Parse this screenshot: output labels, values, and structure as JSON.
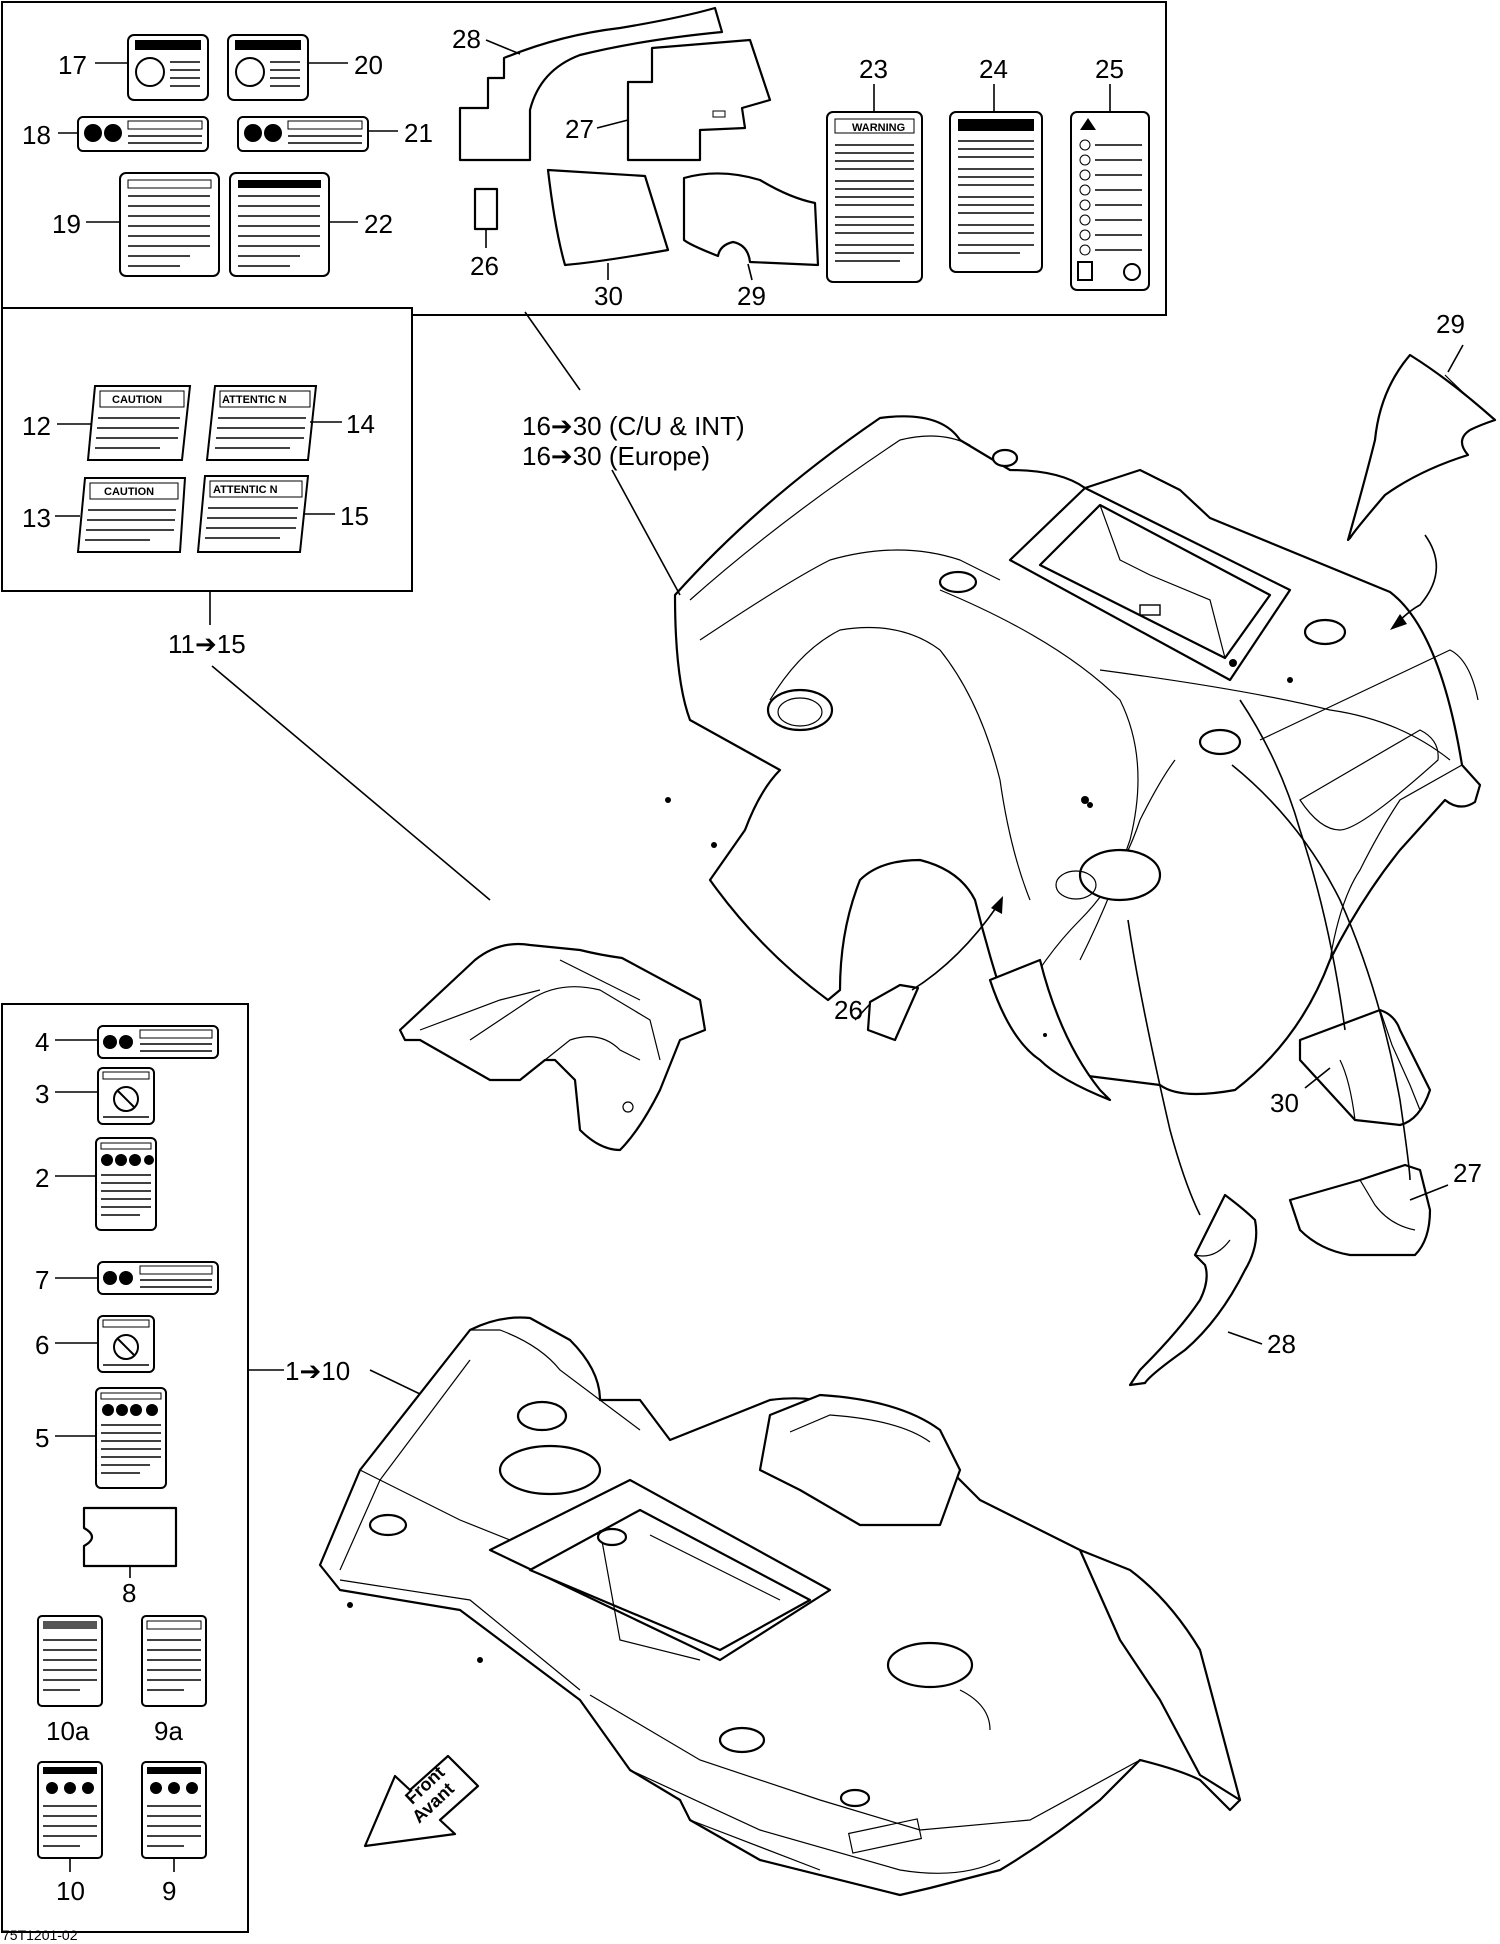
{
  "callouts": {
    "n17": "17",
    "n18": "18",
    "n19": "19",
    "n20": "20",
    "n21": "21",
    "n22": "22",
    "n23": "23",
    "n24": "24",
    "n25": "25",
    "n26a": "26",
    "n26b": "26",
    "n27a": "27",
    "n27b": "27",
    "n28a": "28",
    "n28b": "28",
    "n29a": "29",
    "n29b": "29",
    "n30a": "30",
    "n30b": "30",
    "n12": "12",
    "n13": "13",
    "n14": "14",
    "n15": "15",
    "n4": "4",
    "n3": "3",
    "n2": "2",
    "n7": "7",
    "n6": "6",
    "n5": "5",
    "n8": "8",
    "n10a": "10a",
    "n9a": "9a",
    "n10": "10",
    "n9": "9"
  },
  "group_labels": {
    "range_16_30_cu_int": "16➔30 (C/U & INT)",
    "range_16_30_europe": "16➔30 (Europe)",
    "range_11_15": "11➔15",
    "range_1_10": "1➔10"
  },
  "decal_text": {
    "caution_1": "CAUTION",
    "caution_2": "CAUTION",
    "attention_1": "ATTENTIC N",
    "attention_2": "ATTENTIC N",
    "warning_23": "WARNING"
  },
  "direction_arrow": {
    "front": "Front",
    "avant": "Avant"
  },
  "figure_code": "75T1201-02"
}
